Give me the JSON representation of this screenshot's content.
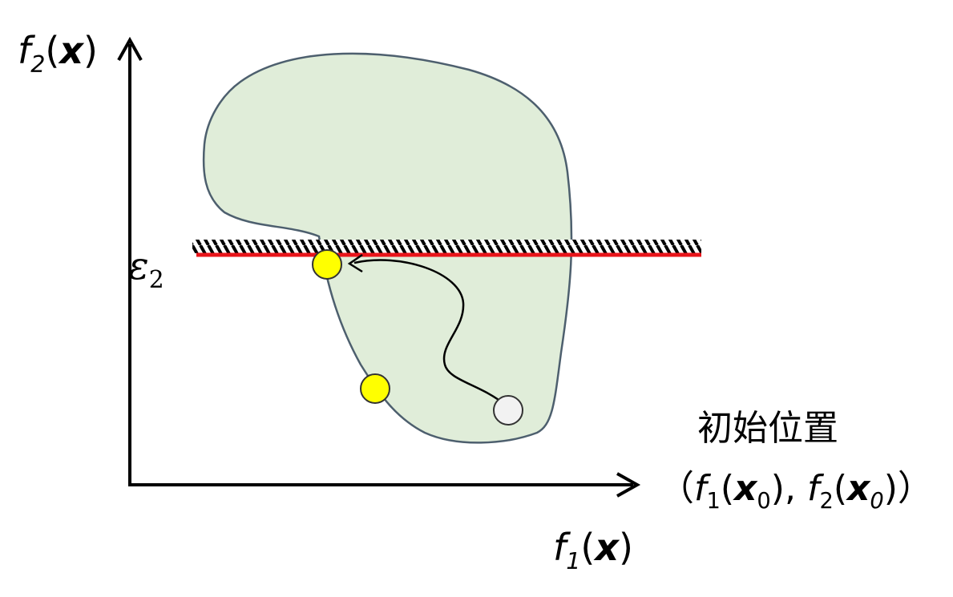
{
  "axes": {
    "y_label": {
      "func": "f",
      "sub": "2",
      "paren_open": "(",
      "var": "x",
      "paren_close": ")"
    },
    "x_label": {
      "func": "f",
      "sub": "1",
      "paren_open": "(",
      "var": "x",
      "paren_close": ")"
    }
  },
  "constraint": {
    "symbol": "ε",
    "sub": "2",
    "line_color": "#e8141a",
    "hatch_color": "#000000"
  },
  "region": {
    "fill": "#e0edd9",
    "stroke": "#4d5f6e"
  },
  "points": {
    "optimum_fill": "#ffff00",
    "start_fill": "#f2f2f2"
  },
  "initial_position": {
    "title": "初始位置",
    "open_paren": "（",
    "f1": "f",
    "f1_sub": "1",
    "x0_open": "(",
    "x0": "x",
    "x0_sub": "0",
    "x0_close": ")",
    "sep": ",",
    "f2": "f",
    "f2_sub": "2",
    "x0b_open": "(",
    "x0b": "x",
    "x0b_sub": "0",
    "x0b_close": ")",
    "close_paren": "）"
  }
}
